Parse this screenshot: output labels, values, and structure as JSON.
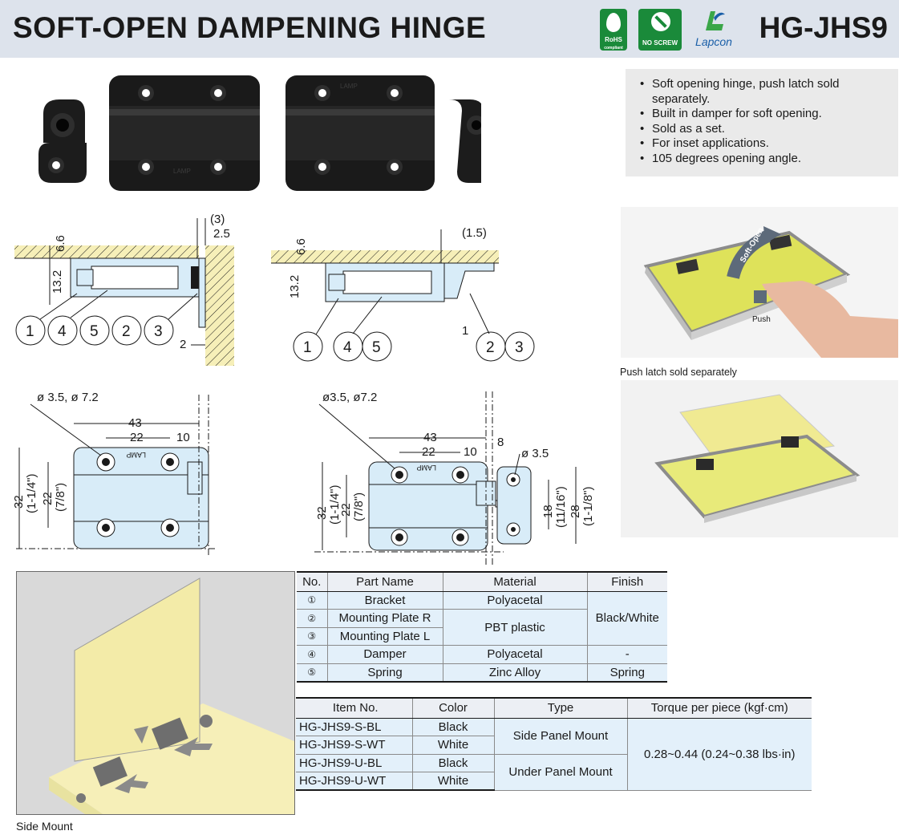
{
  "header": {
    "title": "SOFT-OPEN DAMPENING HINGE",
    "model": "HG-JHS9",
    "badges": {
      "rohs_line1": "RoHS",
      "rohs_line2": "compliant",
      "no_screw": "NO SCREW",
      "lapcon": "Lapcon"
    }
  },
  "features": [
    "Soft opening hinge, push latch sold",
    "separately.",
    "Built in damper for soft opening.",
    "Sold as a set.",
    "For inset applications.",
    "105 degrees opening angle."
  ],
  "photos": {
    "top_labels": {
      "arrow": "Soft-Open",
      "push": "Push"
    },
    "push_caption": "Push latch sold separately",
    "iso_caption": "Side Mount"
  },
  "product_photo": {
    "brand_mark": "LAMP"
  },
  "drawings": {
    "side_section_1": {
      "d1": "6.6",
      "d2": "13.2",
      "d3": "(3)",
      "d4": "2.5",
      "d5": "2",
      "callouts": [
        "1",
        "4",
        "5",
        "2",
        "3"
      ]
    },
    "side_section_2": {
      "d1": "6.6",
      "d2": "13.2",
      "d3": "(1.5)",
      "d4": "1",
      "callouts": [
        "1",
        "4",
        "5",
        "2",
        "3"
      ]
    },
    "front_1": {
      "hole": "ø 3.5,  ø 7.2",
      "w1": "43",
      "w2": "22",
      "w3": "10",
      "h1": "32",
      "h1b": "(1-1/4\")",
      "h2": "22",
      "h2b": "(7/8\")",
      "brand": "LAMP"
    },
    "front_2": {
      "hole": "ø3.5,  ø7.2",
      "w1": "43",
      "w2": "22",
      "w3": "10",
      "w4": "8",
      "hole2": "ø 3.5",
      "h1": "32",
      "h1b": "(1-1/4\")",
      "h2": "22",
      "h2b": "(7/8\")",
      "h3": "18",
      "h3b": "(11/16\")",
      "h4": "28",
      "h4b": "(1-1/8\")",
      "brand": "LAMP"
    }
  },
  "parts_table": {
    "headers": [
      "No.",
      "Part Name",
      "Material",
      "Finish"
    ],
    "rows": [
      {
        "no": "①",
        "name": "Bracket",
        "material": "Polyacetal"
      },
      {
        "no": "②",
        "name": "Mounting Plate R",
        "material": "PBT plastic"
      },
      {
        "no": "③",
        "name": "Mounting Plate L"
      },
      {
        "no": "④",
        "name": "Damper",
        "material": "Polyacetal",
        "finish": "-"
      },
      {
        "no": "⑤",
        "name": "Spring",
        "material": "Zinc Alloy",
        "finish": "Spring"
      }
    ],
    "finish_merged": "Black/White"
  },
  "items_table": {
    "headers": [
      "Item No.",
      "Color",
      "Type",
      "Torque per piece (kgf·cm)"
    ],
    "rows": [
      {
        "item": "HG-JHS9-S-BL",
        "color": "Black"
      },
      {
        "item": "HG-JHS9-S-WT",
        "color": "White"
      },
      {
        "item": "HG-JHS9-U-BL",
        "color": "Black"
      },
      {
        "item": "HG-JHS9-U-WT",
        "color": "White"
      }
    ],
    "type_side": "Side Panel Mount",
    "type_under": "Under Panel Mount",
    "torque": "0.28~0.44 (0.24~0.38 lbs·in)"
  },
  "colors": {
    "header_band": "#dde3ec",
    "part_fill": "#d8ecf8",
    "table_cell": "#e3f0fa",
    "eco_green": "#1a8a3a",
    "panel_yellow": "#f3eba8"
  }
}
